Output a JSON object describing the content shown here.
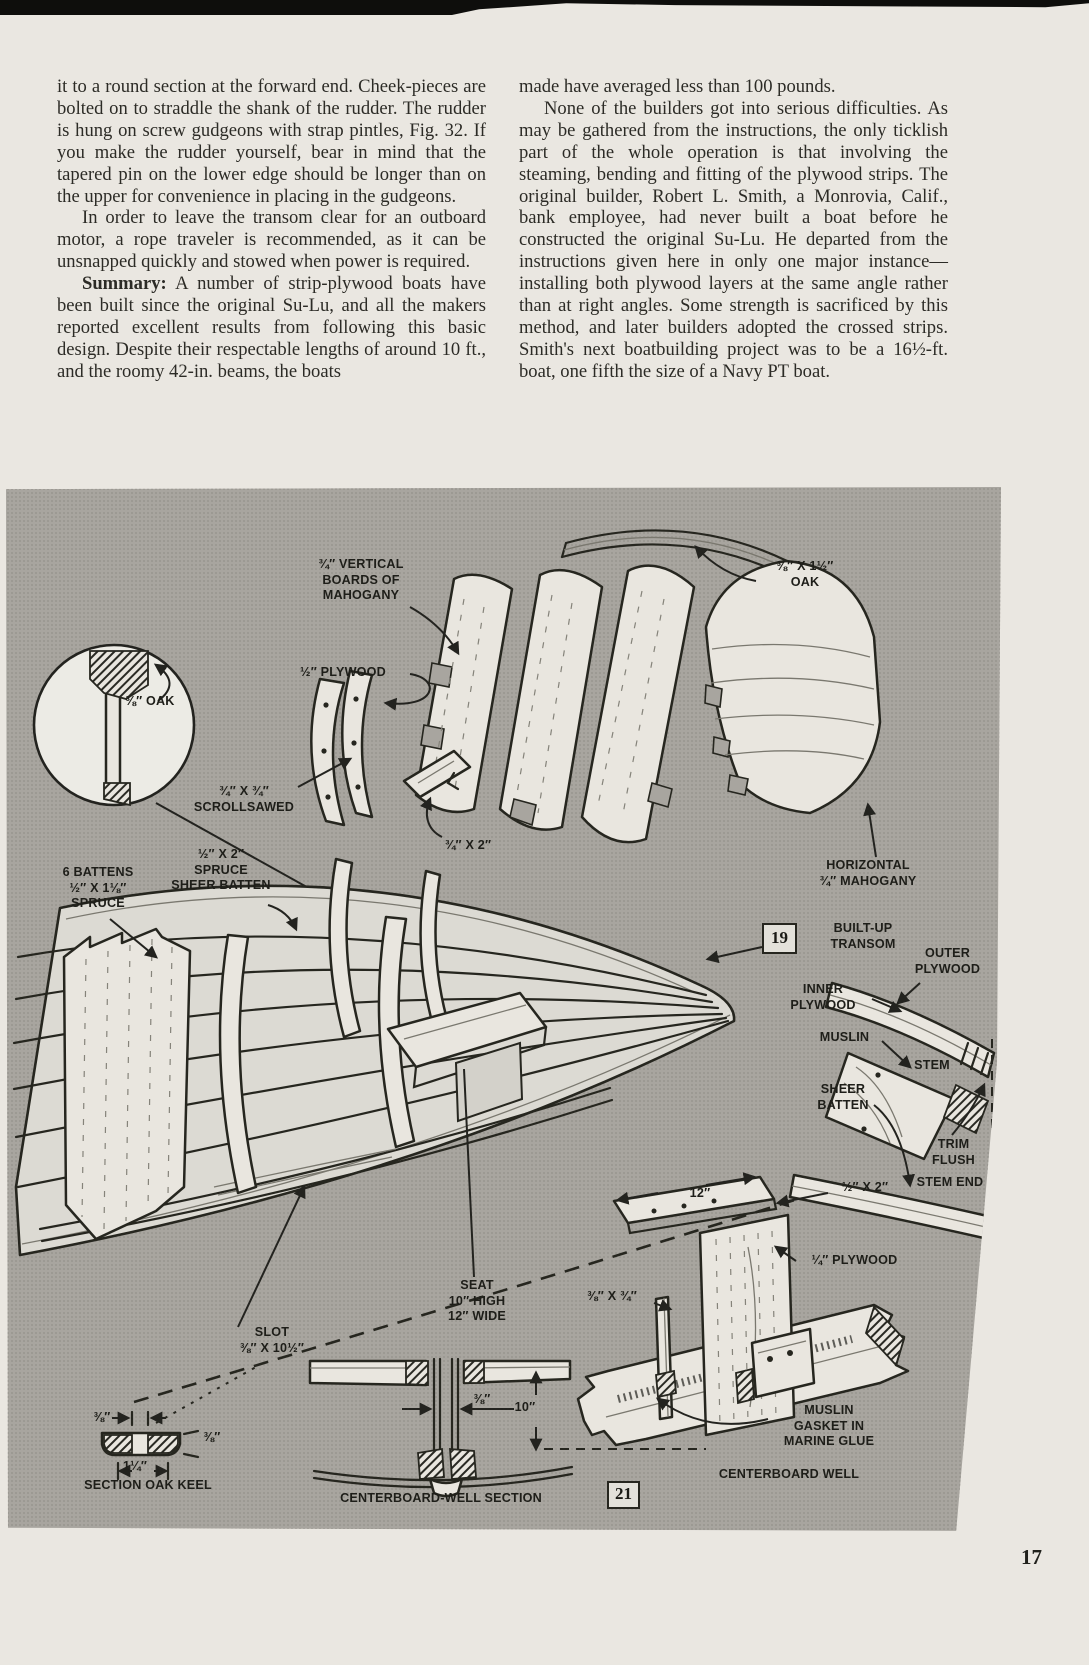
{
  "page": {
    "number": "17"
  },
  "colors": {
    "paper": "#eae7e1",
    "diagram_bg": "#a8a59f",
    "ink": "#26261f"
  },
  "article": {
    "left": {
      "p1": "it to a round section at the forward end. Cheek-pieces are bolted on to straddle the shank of the rudder. The rudder is hung on screw gudgeons with strap pintles, Fig. 32. If you make the rudder yourself, bear in mind that the tapered pin on the lower edge should be longer than on the upper for convenience in placing in the gudgeons.",
      "p2": "In order to leave the transom clear for an outboard motor, a rope traveler is recommended, as it can be unsnapped quickly and stowed when power is required.",
      "p3_lead": "Summary:",
      "p3_text": " A number of strip-plywood boats have been built since the original Su-Lu, and all the makers reported excellent results from following this basic design. Despite their respectable lengths of around 10 ft., and the roomy 42-in. beams, the boats"
    },
    "right": {
      "p1": "made have averaged less than 100 pounds.",
      "p2": "None of the builders got into serious difficulties. As may be gathered from the instructions, the only ticklish part of the whole operation is that involving the steaming, bending and fitting of the plywood strips. The original builder, Robert L. Smith, a Monrovia, Calif., bank employee, had never built a boat before he constructed the original Su-Lu. He departed from the instructions given here in only one major instance—installing both plywood layers at the same angle rather than at right angles. Some strength is sacrificed by this method, and later builders adopted the crossed strips. Smith's next boatbuilding project was to be a 16½-ft. boat, one fifth the size of a Navy PT boat."
    }
  },
  "diagram": {
    "labels": {
      "vertical_boards": "¾″ VERTICAL\nBOARDS OF\nMAHOGANY",
      "oak_strip": "⅜″ X 1½″\nOAK",
      "half_plywood": "½″ PLYWOOD",
      "oak_circle": "⅜″ OAK",
      "scrollsawed": "¾″ X ¾″\nSCROLLSAWED",
      "spruce_sheer_batten": "½″ X 2″\nSPRUCE\nSHEER BATTEN",
      "six_battens": "6 BATTENS\n½″ X 1⅛″\nSPRUCE",
      "three_quarter_x_2": "¾″ X 2″",
      "horizontal_mahogany": "HORIZONTAL\n¾″ MAHOGANY",
      "built_up_transom": "BUILT-UP\nTRANSOM",
      "outer_plywood": "OUTER\nPLYWOOD",
      "inner_plywood": "INNER\nPLYWOOD",
      "muslin": "MUSLIN",
      "stem": "STEM",
      "sheer_batten": "SHEER\nBATTEN",
      "trim_flush": "TRIM\nFLUSH",
      "stem_end": "STEM END",
      "half_x_2": "½″ X 2″",
      "dim_12": "12″",
      "quarter_plywood": "¼″ PLYWOOD",
      "seat": "SEAT\n10″ HIGH\n12″ WIDE",
      "slot": "SLOT\n⅜″ X 10½″",
      "three_eighth_x_three_quarter": "⅜″ X ¾″",
      "keel_dim_a": "⅜″",
      "keel_dim_b": "⅜″",
      "keel_dim_c": "1¼″",
      "section_oak_keel": "SECTION OAK KEEL",
      "cbw_section": "CENTERBOARD-WELL SECTION",
      "cbw_dim_a": "⅜″",
      "cbw_dim_b": "10″",
      "muslin_gasket": "MUSLIN\nGASKET IN\nMARINE GLUE",
      "centerboard_well": "CENTERBOARD WELL",
      "fig_19": "19",
      "fig_21": "21"
    }
  }
}
